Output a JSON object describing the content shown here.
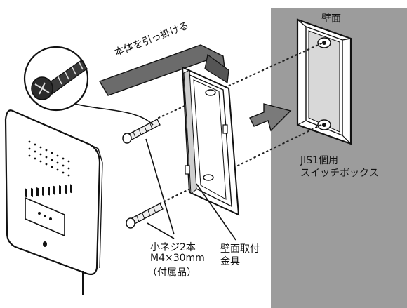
{
  "labels": {
    "wall": "壁面",
    "hang": "本体を引っ掛ける",
    "box_line1": "JIS1個用",
    "box_line2": "スイッチボックス",
    "bracket_line1": "壁面取付",
    "bracket_line2": "金具",
    "screw_line1": "小ネジ2本",
    "screw_line2": "M4×30mm",
    "screw_line3": "（付属品）"
  },
  "colors": {
    "wall": "#9c9c9c",
    "ink": "#111111",
    "paper": "#ffffff",
    "shade": "#6b6b6b"
  },
  "icons": [
    "magnifier-circle",
    "screw",
    "hook-arrow",
    "push-arrow"
  ]
}
